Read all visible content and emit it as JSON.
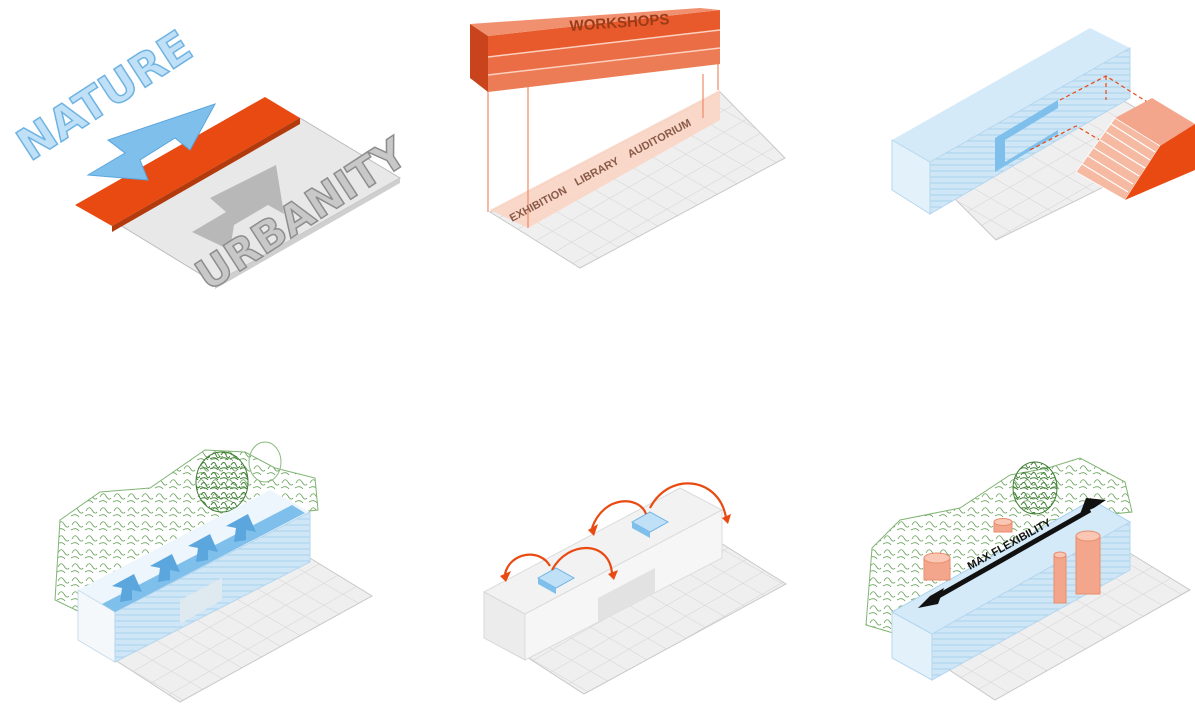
{
  "labels": {
    "nature": "NATURE",
    "urbanity": "URBANITY",
    "workshops": "WORKSHOPS",
    "exhibition": "EXHIBITION",
    "library": "LIBRARY",
    "auditorium": "AUDITORIUM",
    "max_flexibility": "MAX FLEXIBILITY"
  },
  "colors": {
    "accent_orange": "#e84a12",
    "salmon": "#f4a68c",
    "light_salmon": "#f9d4c4",
    "sky_blue": "#7fbfeb",
    "light_blue": "#cfe6f6",
    "grid_gray": "#e6e6e6",
    "tree_green": "#5c9a4e"
  }
}
